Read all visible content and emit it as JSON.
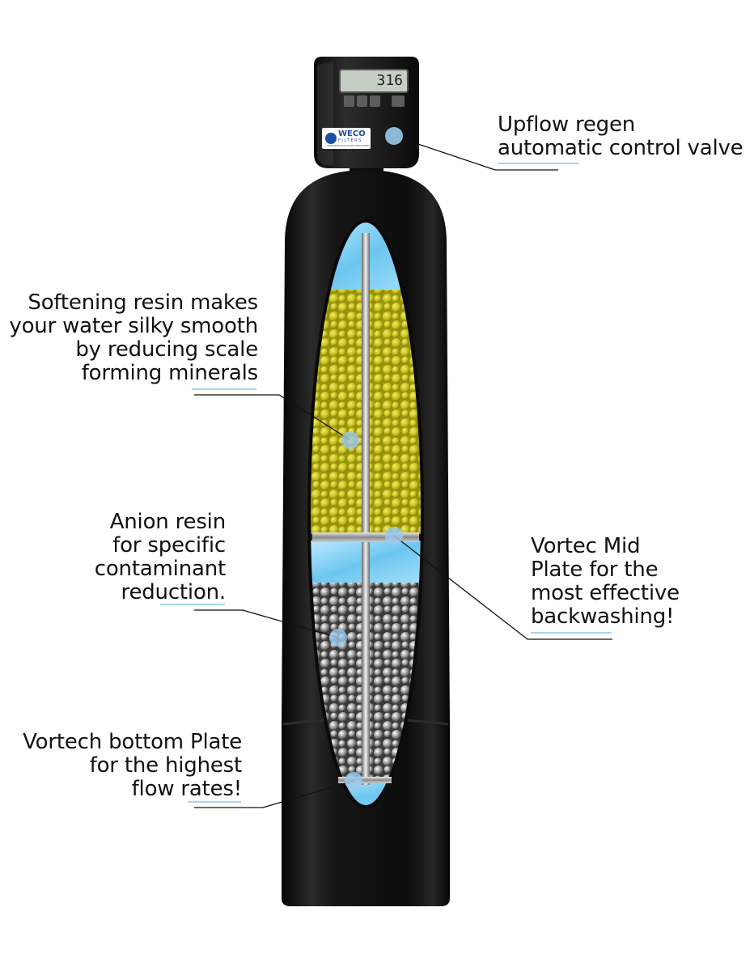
{
  "device": {
    "display_reading": "316",
    "brand": "WECO",
    "brand_sub": "FILTERS",
    "brand_tagline": "PERFORMANCE WATER TREATMENT"
  },
  "callouts": {
    "valve": "Upflow regen\nautomatic control valve",
    "softening_resin": "Softening resin makes\nyour water silky smooth\nby reducing scale\nforming minerals",
    "anion_resin": "Anion resin\nfor specific\ncontaminant\nreduction.",
    "mid_plate": "Vortec Mid\nPlate for the\nmost effective\nbackwashing!",
    "bottom_plate": "Vortech bottom Plate\nfor the highest\nflow rates!"
  },
  "colors": {
    "tank": "#141414",
    "water": "#7fd0f2",
    "softening_resin": "#c9c41a",
    "anion_resin": "#7a7a7a",
    "marker": "#9ac9ec",
    "underline": "#a8d4f2"
  }
}
